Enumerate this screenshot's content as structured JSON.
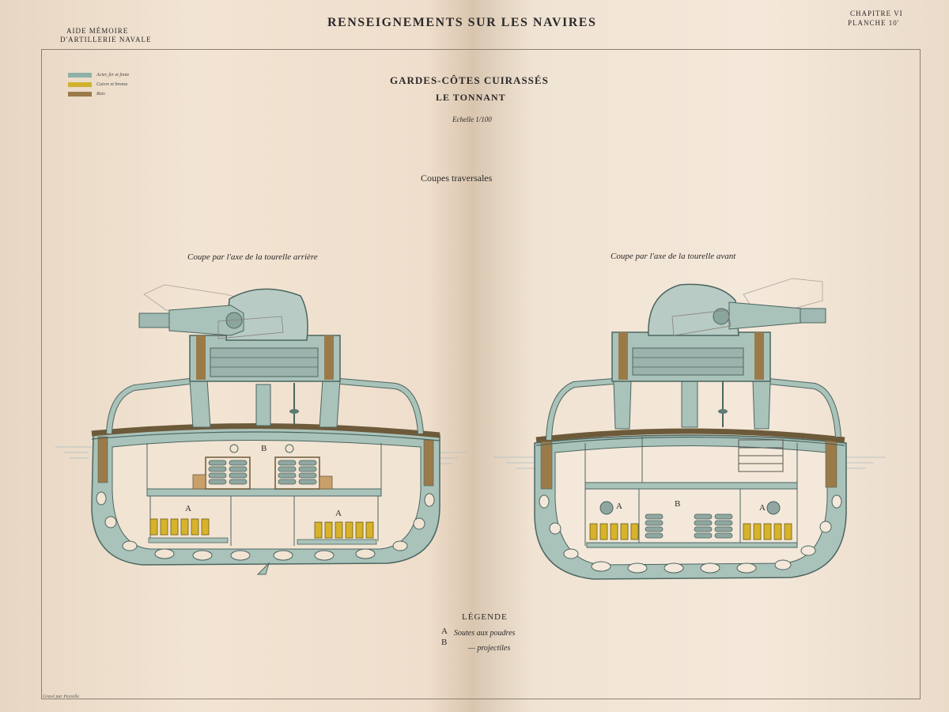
{
  "header": {
    "left_line1": "AIDE MÉMOIRE",
    "left_line2": "D'ARTILLERIE NAVALE",
    "title": "RENSEIGNEMENTS SUR LES NAVIRES",
    "right_line1": "CHAPITRE VI",
    "right_line2": "PLANCHE 10'"
  },
  "plate": {
    "title_line1": "GARDES-CÔTES CUIRASSÉS",
    "title_line2": "LE TONNANT",
    "scale": "Echelle 1/100",
    "subtitle": "Coupes traversales"
  },
  "key": {
    "items": [
      {
        "label": "Acier, fer et fonte",
        "color": "#8fb1a9"
      },
      {
        "label": "Cuivre et bronze",
        "color": "#d1b22e"
      },
      {
        "label": "Bois",
        "color": "#9b7a4a"
      }
    ]
  },
  "sections": {
    "left_caption": "Coupe par l'axe de la tourelle arrière",
    "right_caption": "Coupe par l'axe de la tourelle avant",
    "letter_a": "A",
    "letter_b": "B"
  },
  "legend": {
    "title": "LÉGENDE",
    "line1_letter": "A",
    "line1_text": "Soutes aux poudres",
    "line2_letter": "B",
    "line2_text": "— projectiles"
  },
  "footer": {
    "engraver": "Gravé par Peyrelle"
  },
  "colors": {
    "steel": "#a9c2ba",
    "steel_dark": "#5e7c74",
    "bronze": "#d6b32a",
    "wood": "#9b7a4a",
    "paper": "#f2e4d3"
  }
}
